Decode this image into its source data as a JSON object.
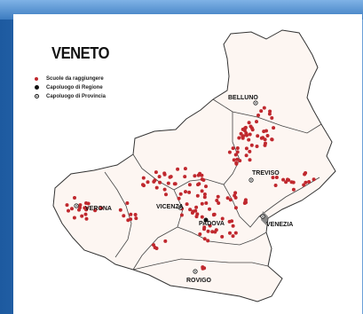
{
  "title": "VENETO",
  "legend": {
    "schools": "Scuole da raggiungere",
    "region_capital": "Capoluogo di Regione",
    "province_capital": "Capoluogo di Provincia"
  },
  "cities": {
    "belluno": "BELLUNO",
    "treviso": "TREVISO",
    "verona": "VERONA",
    "vicenza": "VICENZA",
    "padova": "PADOVA",
    "venezia": "VENEZIA",
    "rovigo": "ROVIGO"
  },
  "colors": {
    "school_dot": "#c0282e",
    "region_fill": "#fdf6f2",
    "border": "#333333",
    "frame": "#2f6fb0"
  },
  "icons": {
    "school": "red-dot-icon",
    "region_capital": "filled-circle-icon",
    "province_capital": "circled-dot-icon"
  }
}
